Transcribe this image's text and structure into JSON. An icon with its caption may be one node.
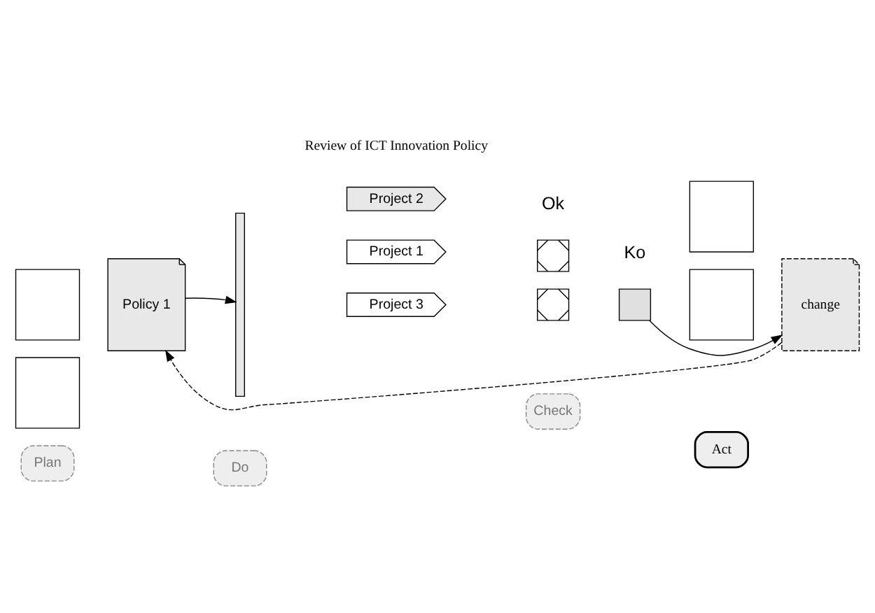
{
  "diagram": {
    "nodes": [
      {
        "text": [
          "Plan"
        ]
      },
      {
        "text": [
          "Do"
        ]
      },
      {
        "text": [
          "Check"
        ]
      },
      {
        "text": [
          "Act"
        ]
      },
      {
        "text": [],
        "shape": "box"
      },
      {
        "text": [],
        "shape": "box"
      },
      {
        "text": [
          "Policy 1"
        ]
      },
      {
        "text": [],
        "shape": "bar"
      },
      {
        "text": [
          "Project 1"
        ]
      },
      {
        "text": [
          "Project 2"
        ]
      },
      {
        "text": [
          "Project 3"
        ]
      },
      {
        "text": [],
        "shape": "box"
      },
      {
        "text": [],
        "shape": "box"
      },
      {
        "text": [],
        "shape": "box"
      },
      {
        "text": [],
        "shape": "box"
      },
      {
        "text": [],
        "shape": "box"
      },
      {
        "text": [
          "change"
        ]
      }
    ],
    "edges": [
      {
        "from": 16,
        "to": 6,
        "arrow": "to",
        "style": "dashed"
      },
      {
        "from": 6,
        "to": 7,
        "arrow": "to"
      },
      {
        "from": 12,
        "to": 16,
        "arrow": "to"
      }
    ],
    "labels": [
      "Review of ICT Innovation Policy",
      "Ok",
      "Ko"
    ]
  }
}
